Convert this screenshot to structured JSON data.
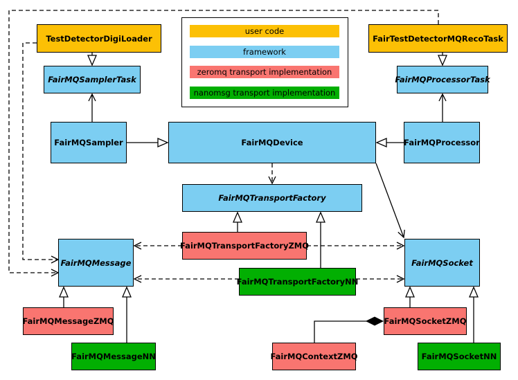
{
  "diagram": {
    "kind": "uml-class-diagram",
    "legend": {
      "items": [
        {
          "label": "user code",
          "color": "#FCC005"
        },
        {
          "label": "framework",
          "color": "#7CCEF2"
        },
        {
          "label": "zeromq transport implementation",
          "color": "#F97570"
        },
        {
          "label": "nanomsg transport implementation",
          "color": "#02AF02"
        }
      ]
    },
    "nodes": [
      {
        "label": "TestDetectorDigiLoader",
        "category": "user code"
      },
      {
        "label": "FairTestDetectorMQRecoTask",
        "category": "user code"
      },
      {
        "label": "FairMQSamplerTask",
        "category": "framework",
        "abstract": true
      },
      {
        "label": "FairMQProcessorTask",
        "category": "framework",
        "abstract": true
      },
      {
        "label": "FairMQSampler",
        "category": "framework"
      },
      {
        "label": "FairMQDevice",
        "category": "framework"
      },
      {
        "label": "FairMQProcessor",
        "category": "framework"
      },
      {
        "label": "FairMQTransportFactory",
        "category": "framework",
        "abstract": true
      },
      {
        "label": "FairMQTransportFactoryZMQ",
        "category": "zeromq transport implementation"
      },
      {
        "label": "FairMQTransportFactoryNN",
        "category": "nanomsg transport implementation"
      },
      {
        "label": "FairMQMessage",
        "category": "framework",
        "abstract": true
      },
      {
        "label": "FairMQSocket",
        "category": "framework",
        "abstract": true
      },
      {
        "label": "FairMQMessageZMQ",
        "category": "zeromq transport implementation"
      },
      {
        "label": "FairMQMessageNN",
        "category": "nanomsg transport implementation"
      },
      {
        "label": "FairMQSocketZMQ",
        "category": "zeromq transport implementation"
      },
      {
        "label": "FairMQContextZMQ",
        "category": "zeromq transport implementation"
      },
      {
        "label": "FairMQSocketNN",
        "category": "nanomsg transport implementation"
      }
    ],
    "edges": [
      {
        "from": "TestDetectorDigiLoader",
        "to": "FairMQSamplerTask",
        "type": "inheritance"
      },
      {
        "from": "FairTestDetectorMQRecoTask",
        "to": "FairMQProcessorTask",
        "type": "inheritance"
      },
      {
        "from": "FairMQSampler",
        "to": "FairMQDevice",
        "type": "inheritance"
      },
      {
        "from": "FairMQProcessor",
        "to": "FairMQDevice",
        "type": "inheritance"
      },
      {
        "from": "FairMQSampler",
        "to": "FairMQSamplerTask",
        "type": "association"
      },
      {
        "from": "FairMQProcessor",
        "to": "FairMQProcessorTask",
        "type": "association"
      },
      {
        "from": "FairMQDevice",
        "to": "FairMQTransportFactory",
        "type": "dependency"
      },
      {
        "from": "FairMQDevice",
        "to": "FairMQSocket",
        "type": "association"
      },
      {
        "from": "FairMQTransportFactoryZMQ",
        "to": "FairMQTransportFactory",
        "type": "inheritance"
      },
      {
        "from": "FairMQTransportFactoryNN",
        "to": "FairMQTransportFactory",
        "type": "inheritance"
      },
      {
        "from": "FairMQTransportFactoryZMQ",
        "to": "FairMQMessage",
        "type": "dependency"
      },
      {
        "from": "FairMQTransportFactoryZMQ",
        "to": "FairMQSocket",
        "type": "dependency"
      },
      {
        "from": "FairMQTransportFactoryNN",
        "to": "FairMQMessage",
        "type": "dependency"
      },
      {
        "from": "FairMQTransportFactoryNN",
        "to": "FairMQSocket",
        "type": "dependency"
      },
      {
        "from": "TestDetectorDigiLoader",
        "to": "FairMQMessage",
        "type": "dependency"
      },
      {
        "from": "FairTestDetectorMQRecoTask",
        "to": "FairMQMessage",
        "type": "dependency"
      },
      {
        "from": "FairMQMessageZMQ",
        "to": "FairMQMessage",
        "type": "inheritance"
      },
      {
        "from": "FairMQMessageNN",
        "to": "FairMQMessage",
        "type": "inheritance"
      },
      {
        "from": "FairMQSocketZMQ",
        "to": "FairMQSocket",
        "type": "inheritance"
      },
      {
        "from": "FairMQSocketNN",
        "to": "FairMQSocket",
        "type": "inheritance"
      },
      {
        "from": "FairMQContextZMQ",
        "to": "FairMQSocketZMQ",
        "type": "composition"
      }
    ]
  }
}
